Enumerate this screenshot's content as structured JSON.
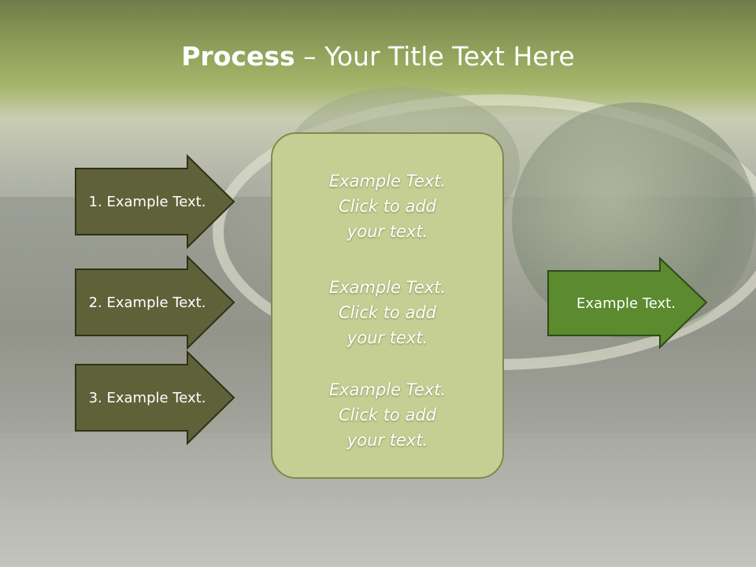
{
  "title": {
    "bold": "Process",
    "rest": " – Your Title Text Here"
  },
  "left_arrows": [
    {
      "label": "1. Example Text."
    },
    {
      "label": "2. Example Text."
    },
    {
      "label": "3. Example Text."
    }
  ],
  "center_blocks": [
    {
      "lines": [
        "Example Text.",
        "Click  to add",
        "your text."
      ]
    },
    {
      "lines": [
        "Example Text.",
        "Click  to add",
        "your text."
      ]
    },
    {
      "lines": [
        "Example Text.",
        "Click  to add",
        "your text."
      ]
    }
  ],
  "right_arrow": {
    "label": "Example Text."
  },
  "colors": {
    "left_arrow_fill": "#5f6238",
    "left_arrow_stroke": "#2e3115",
    "right_arrow_fill": "#5b8a2f",
    "right_arrow_stroke": "#2f4a17",
    "center_fill": "#c5cf93"
  }
}
